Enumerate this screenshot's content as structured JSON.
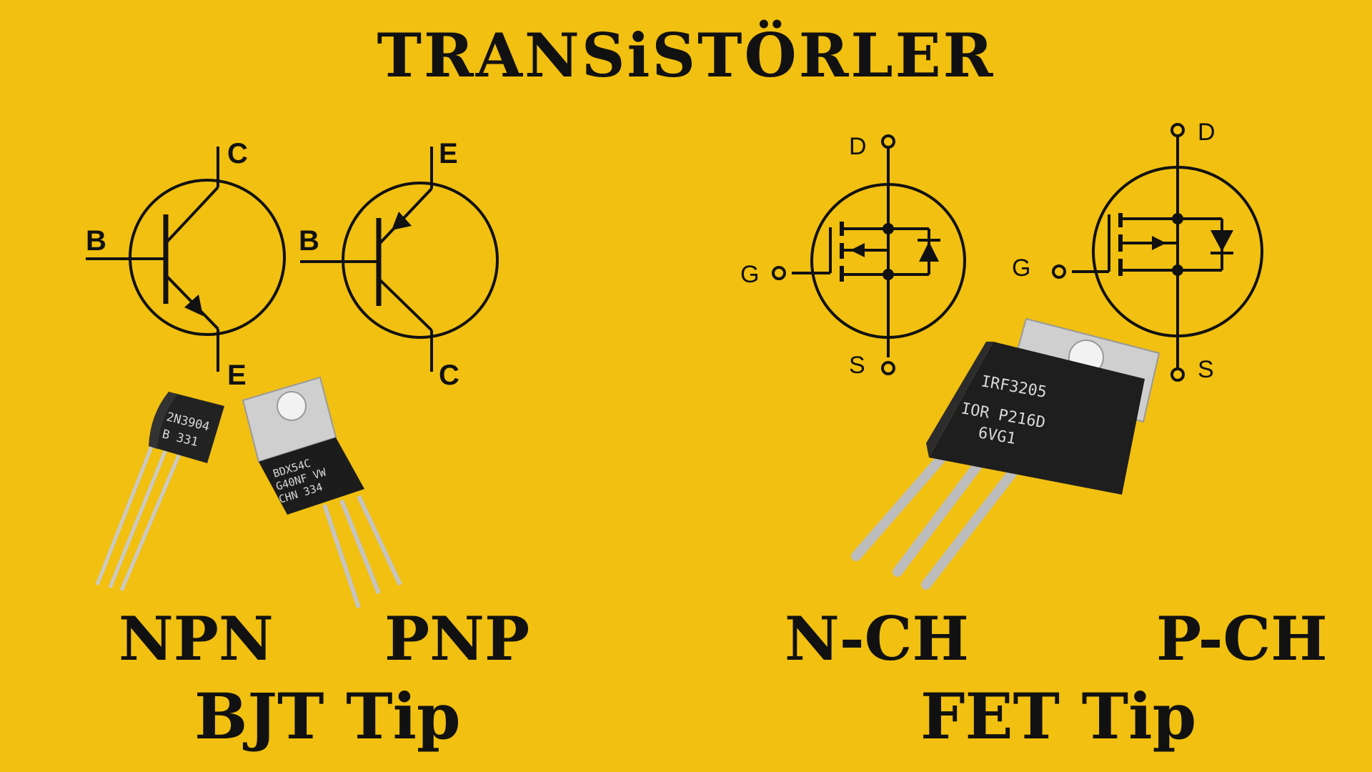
{
  "title": "TRANSiSTÖRLER",
  "bjt": {
    "npn_label": "NPN",
    "pnp_label": "PNP",
    "group_label": "BJT Tip",
    "npn_pins": {
      "base": "B",
      "collector": "C",
      "emitter": "E"
    },
    "pnp_pins": {
      "base": "B",
      "emitter": "E",
      "collector": "C"
    },
    "to92_marking": [
      "2N3904",
      "B  331"
    ],
    "to220_marking": [
      "BDX54C",
      "G40NF VW",
      "CHN 334"
    ]
  },
  "fet": {
    "nch_label": "N-CH",
    "pch_label": "P-CH",
    "group_label": "FET Tip",
    "nch_pins": {
      "drain": "D",
      "gate": "G",
      "source": "S"
    },
    "pch_pins": {
      "drain": "D",
      "gate": "G",
      "source": "S"
    },
    "to220_marking": [
      "IRF3205",
      "IOR P216D",
      "6VG1"
    ]
  },
  "colors": {
    "background": "#f1c010",
    "ink": "#111111",
    "package": "#1c1c1c",
    "tab": "#c8c8c8"
  }
}
